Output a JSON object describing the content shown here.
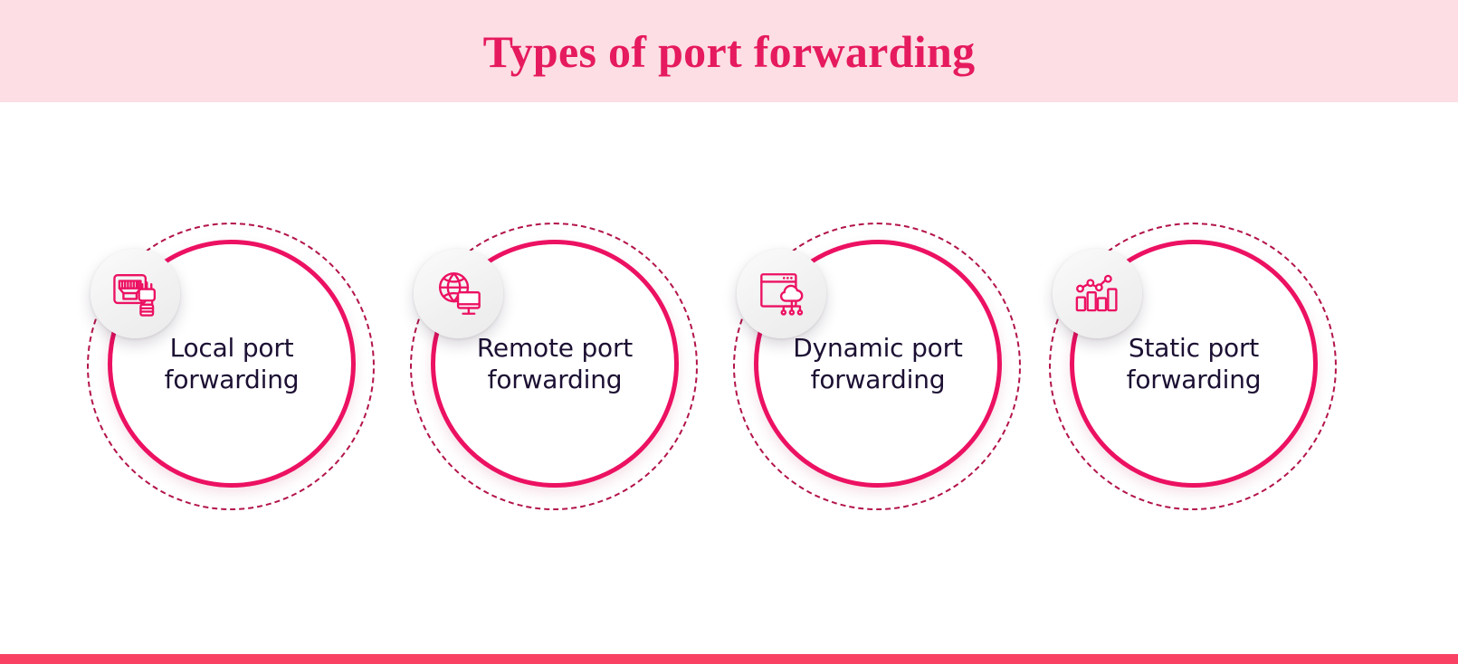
{
  "header": {
    "title": "Types of port forwarding",
    "background_color": "#fcdee4",
    "title_color": "#e61a5e"
  },
  "theme": {
    "accent": "#ec1162",
    "accent_dark": "#b3144a",
    "bottom_bar": "#f94263",
    "label_text": "#1c1033",
    "badge_bg": "#f1f1f1",
    "page_bg": "#ffffff"
  },
  "cards": [
    {
      "label": "Local port forwarding",
      "icon": "ethernet-port-cable-icon"
    },
    {
      "label": "Remote port forwarding",
      "icon": "globe-monitor-icon"
    },
    {
      "label": "Dynamic port forwarding",
      "icon": "browser-cloud-network-icon"
    },
    {
      "label": "Static port forwarding",
      "icon": "bar-chart-trend-icon"
    }
  ],
  "bottom_bar": {
    "label": ""
  }
}
